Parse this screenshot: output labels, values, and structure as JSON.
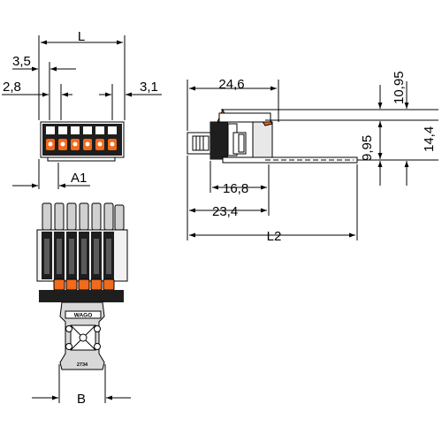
{
  "drawing": {
    "dimensions": {
      "L": "L",
      "d35": "3,5",
      "d28": "2,8",
      "d31": "3,1",
      "A1": "A1",
      "B": "B",
      "d246": "24,6",
      "d1095": "10,95",
      "d995": "9,95",
      "d144": "14,4",
      "d168": "16,8",
      "d234": "23,4",
      "L2": "L2"
    },
    "marking": {
      "brand": "WAGO",
      "part": "2734"
    },
    "colors": {
      "line": "#000000",
      "housing_gray": "#d0d0d0",
      "housing_dark": "#1e1e1e",
      "release_orange": "#f26a1b",
      "strain_relief_gray": "#d8d8d8"
    }
  }
}
